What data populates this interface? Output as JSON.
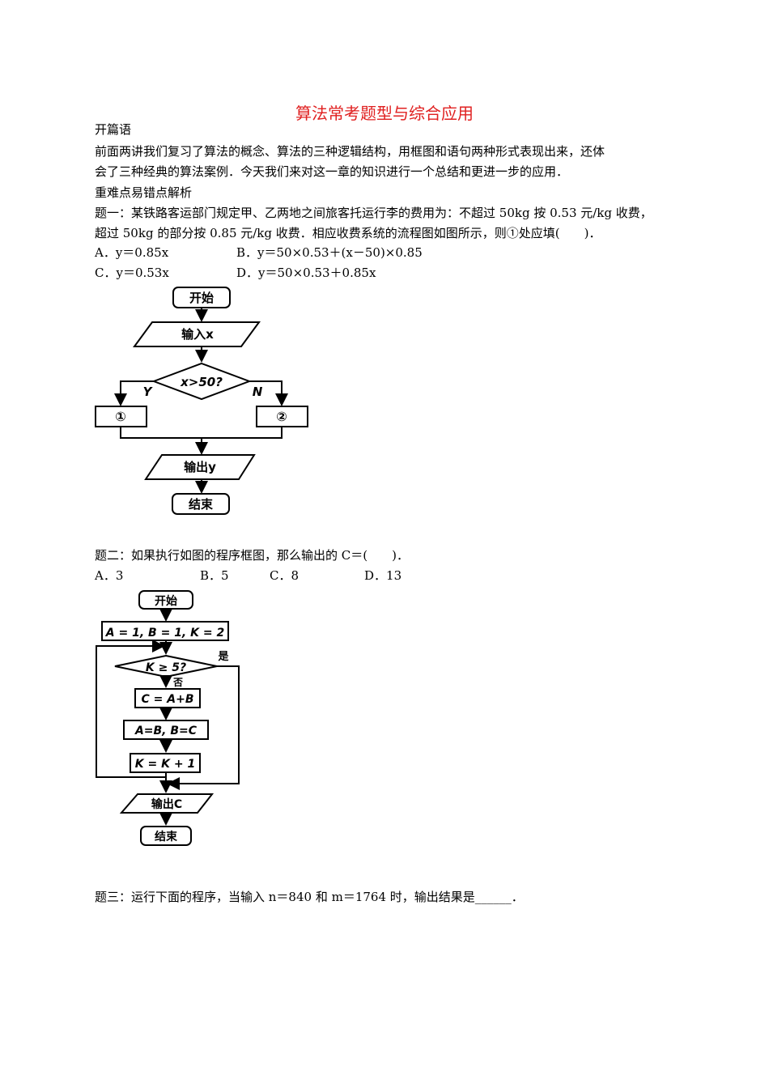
{
  "doc": {
    "title": "算法常考题型与综合应用",
    "intro_heading": "开篇语",
    "intro_line1": "前面两讲我们复习了算法的概念、算法的三种逻辑结构，用框图和语句两种形式表现出来，还体",
    "intro_line2": "会了三种经典的算法案例．今天我们来对这一章的知识进行一个总结和更进一步的应用．",
    "section_heading": "重难点易错点解析"
  },
  "q1": {
    "line1": "题一：某铁路客运部门规定甲、乙两地之间旅客托运行李的费用为：不超过 50kg 按 0.53 元/kg 收费，",
    "line2": "超过 50kg 的部分按 0.85 元/kg 收费．相应收费系统的流程图如图所示，则①处应填(　　)．",
    "optA": "A．y＝0.85x",
    "optB": "B．y＝50×0.53＋(x－50)×0.85",
    "optC": "C．y＝0.53x",
    "optD": "D．y＝50×0.53＋0.85x",
    "flow": {
      "start": "开始",
      "input": "输入x",
      "cond": "x>50?",
      "yes": "Y",
      "no": "N",
      "box1": "①",
      "box2": "②",
      "output": "输出y",
      "end": "结束"
    }
  },
  "q2": {
    "line1": "题二：如果执行如图的程序框图，那么输出的 C＝(　　)．",
    "optA": "A．3",
    "optB": "B．5",
    "optC": "C．8",
    "optD": "D．13",
    "flow": {
      "start": "开始",
      "init": "A = 1, B = 1, K = 2",
      "cond": "K ≥ 5?",
      "yes": "是",
      "no": "否",
      "step1": "C = A+B",
      "step2": "A=B, B=C",
      "step3": "K = K + 1",
      "output": "输出C",
      "end": "结束"
    }
  },
  "q3": {
    "line1": "题三：运行下面的程序，当输入 n＝840 和 m＝1764 时，输出结果是______．"
  }
}
